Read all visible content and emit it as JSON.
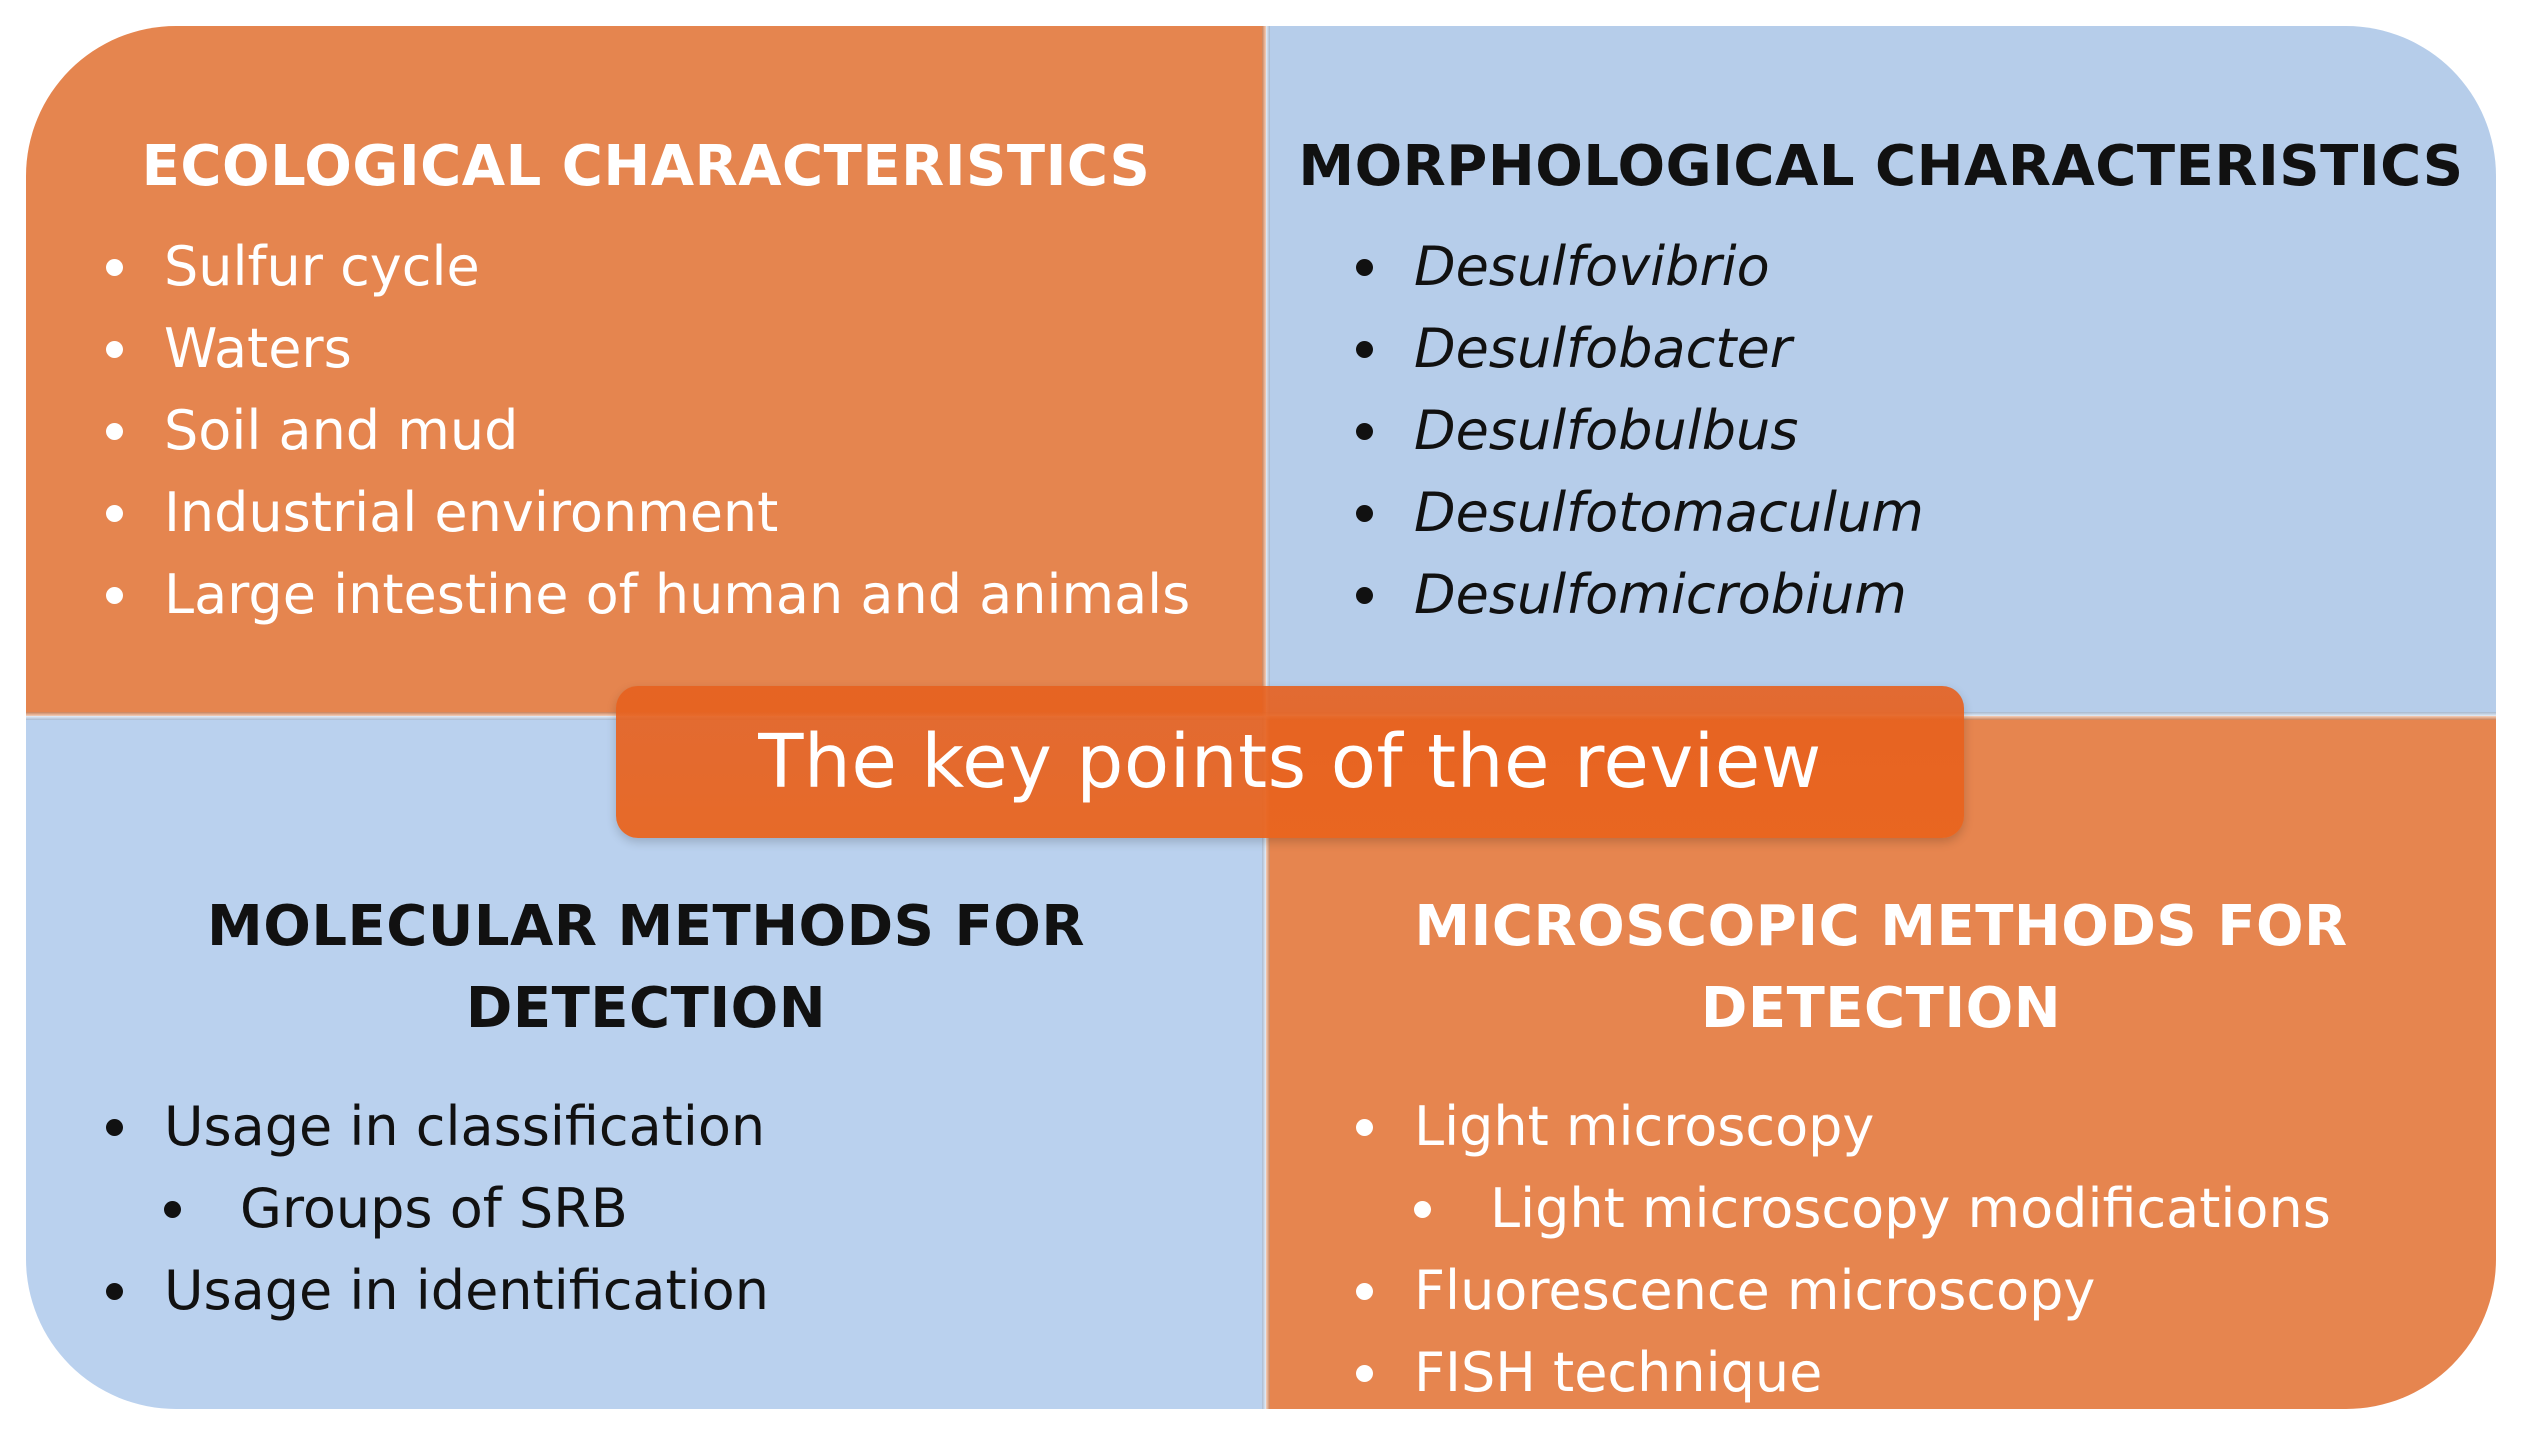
{
  "quadrants": {
    "ecological": {
      "title": "ECOLOGICAL CHARACTERISTICS",
      "items": [
        "Sulfur cycle",
        "Waters",
        "Soil and mud",
        "Industrial environment",
        "Large intestine of human and animals"
      ]
    },
    "morphological": {
      "title": "MORPHOLOGICAL CHARACTERISTICS",
      "items": [
        "Desulfovibrio",
        "Desulfobacter",
        "Desulfobulbus",
        "Desulfotomaculum",
        "Desulfomicrobium"
      ]
    },
    "molecular": {
      "title_line1": "MOLECULAR METHODS FOR",
      "title_line2": "DETECTION",
      "items": [
        "Usage in classification",
        "Groups of SRB",
        "Usage in identification"
      ]
    },
    "microscopic": {
      "title_line1": "MICROSCOPIC METHODS FOR",
      "title_line2": "DETECTION",
      "items": [
        "Light microscopy",
        "Light microscopy modifications",
        "Fluorescence microscopy",
        "FISH technique"
      ]
    }
  },
  "center": {
    "label": "The key points of the review"
  },
  "colors": {
    "orange": "#e5854f",
    "blue": "#b6cdea",
    "center_orange": "#e8621e"
  }
}
